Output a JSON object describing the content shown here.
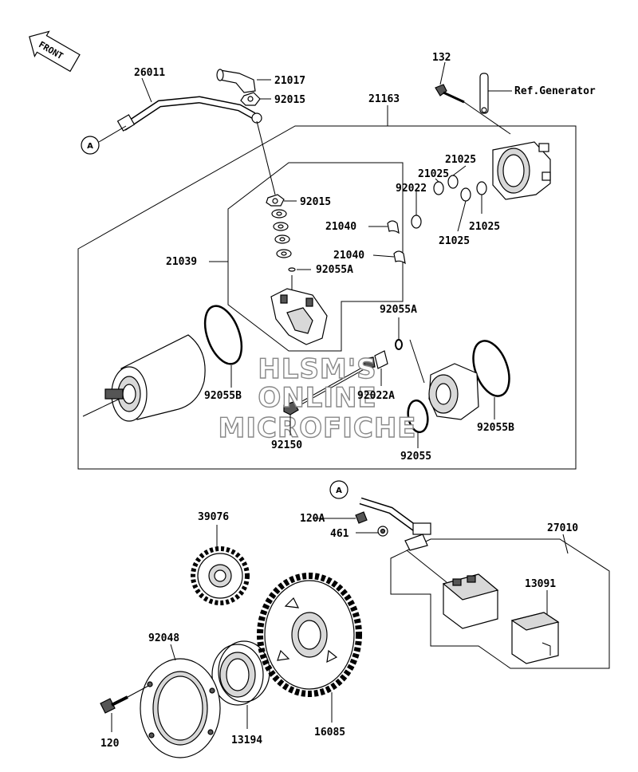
{
  "front_badge": "FRONT",
  "ref_callout": "A",
  "labels": {
    "p26011": "26011",
    "p21017": "21017",
    "p92015_top": "92015",
    "p92015_mid": "92015",
    "p132": "132",
    "ref_generator": "Ref.Generator",
    "p21163": "21163",
    "p21025_a": "21025",
    "p21025_b": "21025",
    "p21025_c": "21025",
    "p21025_d": "21025",
    "p92022": "92022",
    "p21040_a": "21040",
    "p21040_b": "21040",
    "p21039": "21039",
    "p92055A_a": "92055A",
    "p92055A_b": "92055A",
    "p92055B_a": "92055B",
    "p92055B_b": "92055B",
    "p92022A": "92022A",
    "p92150": "92150",
    "p92055": "92055",
    "p120A": "120A",
    "p461": "461",
    "p27010": "27010",
    "p13091": "13091",
    "p39076": "39076",
    "p92048": "92048",
    "p120": "120",
    "p13194": "13194",
    "p16085": "16085"
  },
  "watermark": {
    "line1": "HLSM'S",
    "line2": "ONLINE",
    "line3": "MICROFICHE"
  }
}
